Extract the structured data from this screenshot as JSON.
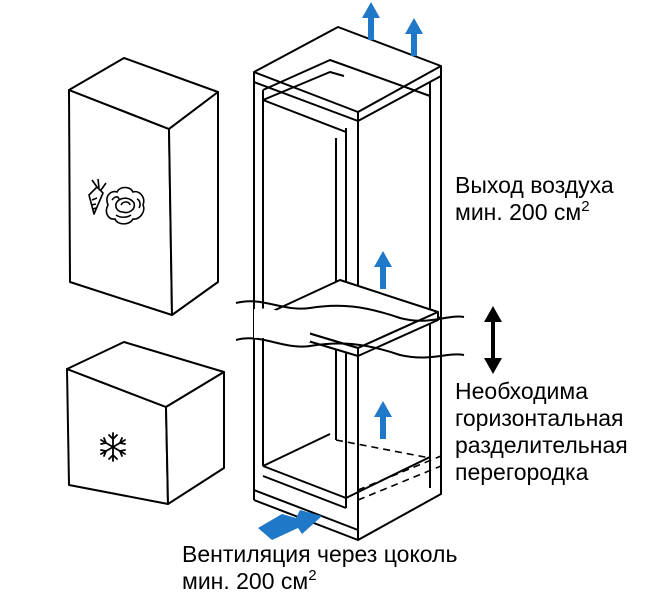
{
  "labels": {
    "air_outlet": {
      "line1": "Выход воздуха",
      "line2_prefix": "мин. 200 см",
      "line2_sup": "2"
    },
    "partition": {
      "line1": "Необходима",
      "line2": "горизонтальная",
      "line3": "разделительная",
      "line4": "перегородка"
    },
    "plinth_vent": {
      "line1": "Вентиляция через цоколь",
      "line2_prefix": "мин. 200 см",
      "line2_sup": "2"
    }
  },
  "icons": {
    "upper_door": [
      "carrot-icon",
      "cabbage-icon"
    ],
    "lower_door": [
      "snowflake-icon"
    ]
  },
  "colors": {
    "line": "#000000",
    "arrow_blue": "#1f78c8",
    "background": "#ffffff"
  }
}
